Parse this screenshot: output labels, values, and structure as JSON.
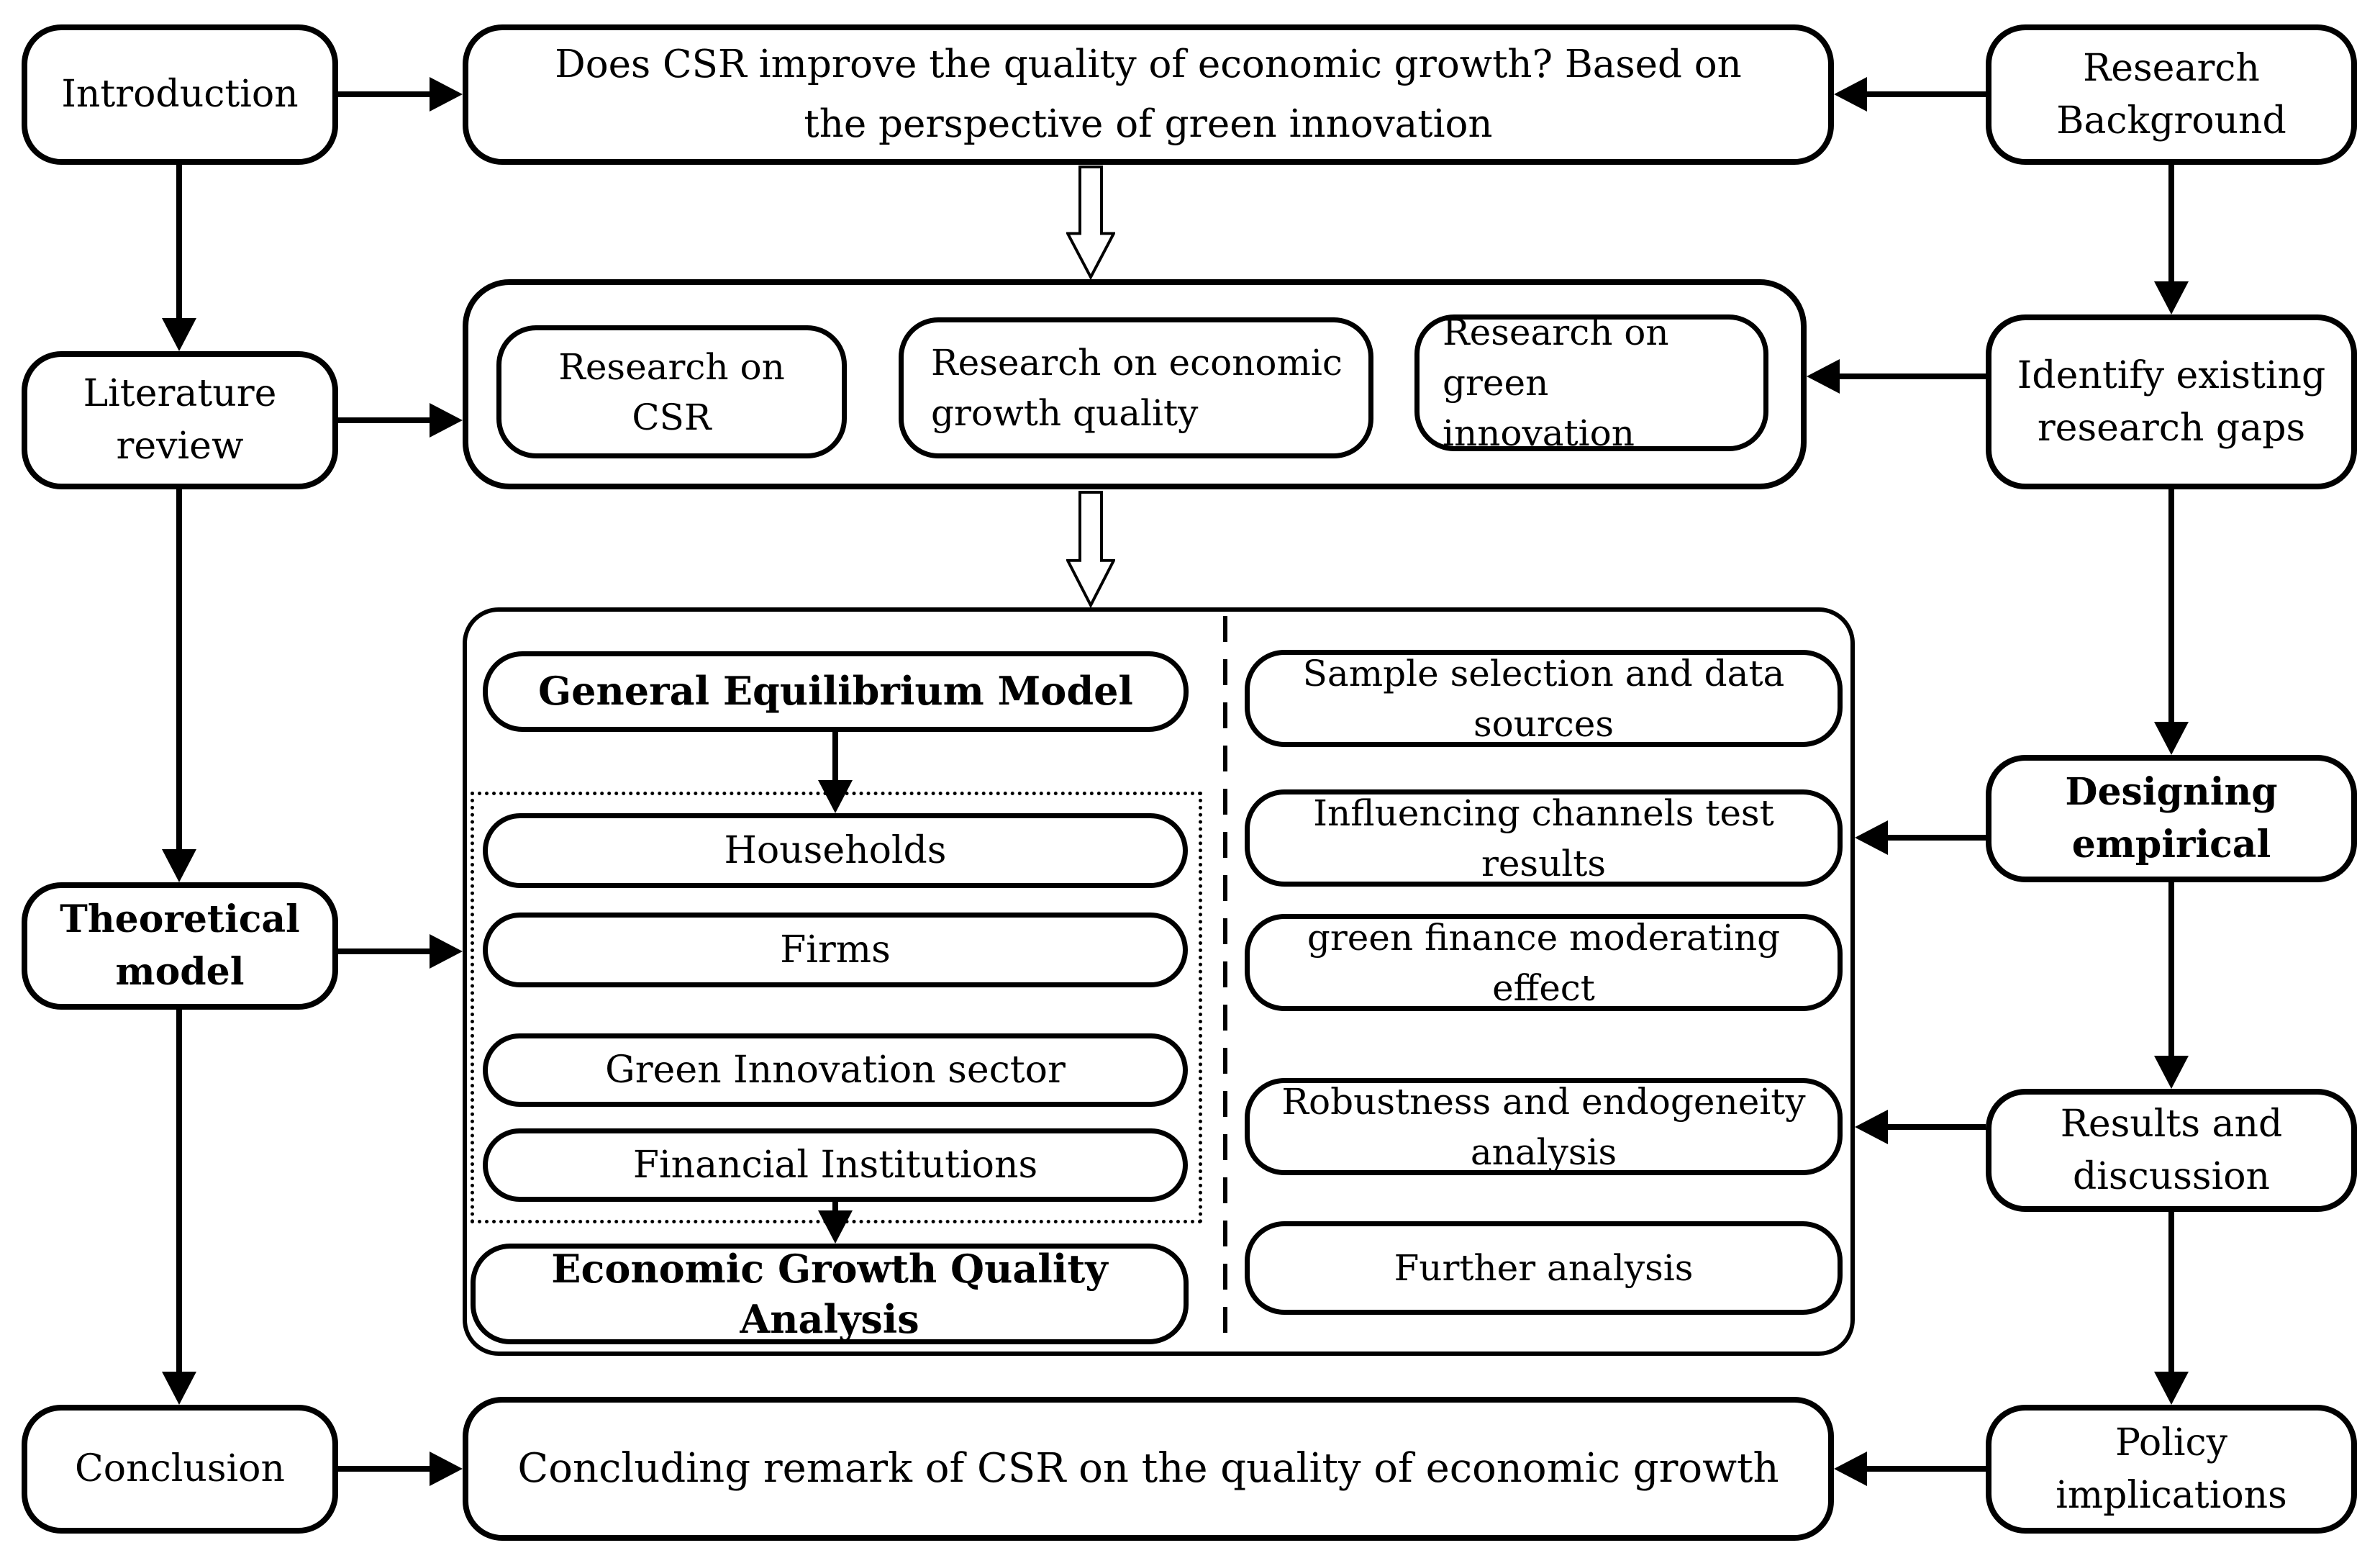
{
  "nodes": {
    "introduction": "Introduction",
    "main_question": "Does CSR improve the quality of economic growth? Based on the perspective of green innovation",
    "research_background": "Research Background",
    "literature_review": "Literature review",
    "research_on_csr": "Research on CSR",
    "research_on_economic_growth_quality": "Research on economic growth quality",
    "research_on_green_innovation": "Research on green innovation",
    "identify_gaps": "Identify existing research gaps",
    "theoretical_model": "Theoretical model",
    "general_equilibrium_model": "General Equilibrium Model",
    "households": "Households",
    "firms": "Firms",
    "green_innovation_sector": "Green Innovation sector",
    "financial_institutions": "Financial Institutions",
    "economic_growth_quality_analysis": "Economic Growth Quality Analysis",
    "sample_selection": "Sample selection and data sources",
    "influencing_channels": "Influencing channels test results",
    "green_finance": "green finance moderating effect",
    "robustness": "Robustness and endogeneity analysis",
    "further_analysis": "Further analysis",
    "designing_empirical": "Designing empirical",
    "results_discussion": "Results and discussion",
    "conclusion": "Conclusion",
    "concluding_remark": "Concluding remark of CSR on the quality of economic growth",
    "policy_implications": "Policy implications"
  },
  "colors": {
    "line": "#000000",
    "fill": "#ffffff"
  },
  "edges": [
    {
      "from": "introduction",
      "to": "main_question",
      "style": "solid-arrow"
    },
    {
      "from": "research_background",
      "to": "main_question",
      "style": "solid-arrow"
    },
    {
      "from": "introduction",
      "to": "literature_review",
      "style": "solid-arrow"
    },
    {
      "from": "research_background",
      "to": "identify_gaps",
      "style": "solid-arrow"
    },
    {
      "from": "literature_review",
      "to": "literature_group",
      "style": "solid-arrow"
    },
    {
      "from": "identify_gaps",
      "to": "literature_group",
      "style": "solid-arrow"
    },
    {
      "from": "main_question",
      "to": "literature_group",
      "style": "hollow-arrow"
    },
    {
      "from": "literature_group",
      "to": "model_empirical_group",
      "style": "hollow-arrow"
    },
    {
      "from": "literature_review",
      "to": "theoretical_model",
      "style": "solid-arrow"
    },
    {
      "from": "theoretical_model",
      "to": "model_empirical_group",
      "style": "solid-arrow"
    },
    {
      "from": "theoretical_model",
      "to": "conclusion",
      "style": "solid-arrow"
    },
    {
      "from": "identify_gaps",
      "to": "designing_empirical",
      "style": "solid-arrow"
    },
    {
      "from": "designing_empirical",
      "to": "influencing_channels",
      "style": "solid-arrow"
    },
    {
      "from": "designing_empirical",
      "to": "results_discussion",
      "style": "solid-arrow"
    },
    {
      "from": "results_discussion",
      "to": "robustness",
      "style": "solid-arrow"
    },
    {
      "from": "results_discussion",
      "to": "policy_implications",
      "style": "solid-arrow"
    },
    {
      "from": "general_equilibrium_model",
      "to": "sectors_group",
      "style": "solid-arrow"
    },
    {
      "from": "sectors_group",
      "to": "economic_growth_quality_analysis",
      "style": "solid-arrow"
    },
    {
      "from": "conclusion",
      "to": "concluding_remark",
      "style": "solid-arrow"
    },
    {
      "from": "policy_implications",
      "to": "concluding_remark",
      "style": "solid-arrow"
    }
  ]
}
